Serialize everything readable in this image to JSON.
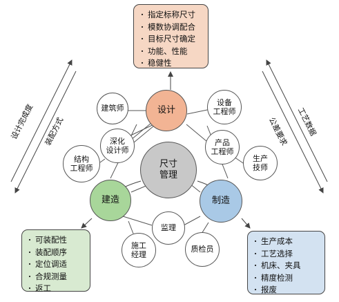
{
  "top_box": {
    "items": [
      "指定标称尺寸",
      "模数协调配合",
      "目标尺寸确定",
      "功能、性能",
      "稳健性"
    ]
  },
  "left_box": {
    "items": [
      "可装配性",
      "装配顺序",
      "定位调适",
      "合规测量",
      "返工"
    ]
  },
  "right_box": {
    "items": [
      "生产成本",
      "工艺选择",
      "机床、夹具",
      "精度检测",
      "报废"
    ]
  },
  "nodes": {
    "design": "设计",
    "construction": "建造",
    "manufacturing": "制造",
    "management": "尺寸\n管理",
    "architect": "建筑师",
    "equipment_engineer": "设备\n工程师",
    "detail_designer": "深化\n设计师",
    "product_engineer": "产品\n工程师",
    "production_technician": "生产\n技师",
    "structural_engineer": "结构\n工程师",
    "supervision": "监理",
    "construction_manager": "施工\n经理",
    "inspector": "质检员"
  },
  "side_labels": {
    "left_upper": "设计完成度",
    "left_lower": "装配方式",
    "right_upper": "工艺数据",
    "right_lower": "公差要求"
  },
  "colors": {
    "design_fill": "#f2b494",
    "construction_fill": "#a8d69a",
    "manufacturing_fill": "#a9c9e6",
    "management_fill": "#c8c8c8"
  }
}
